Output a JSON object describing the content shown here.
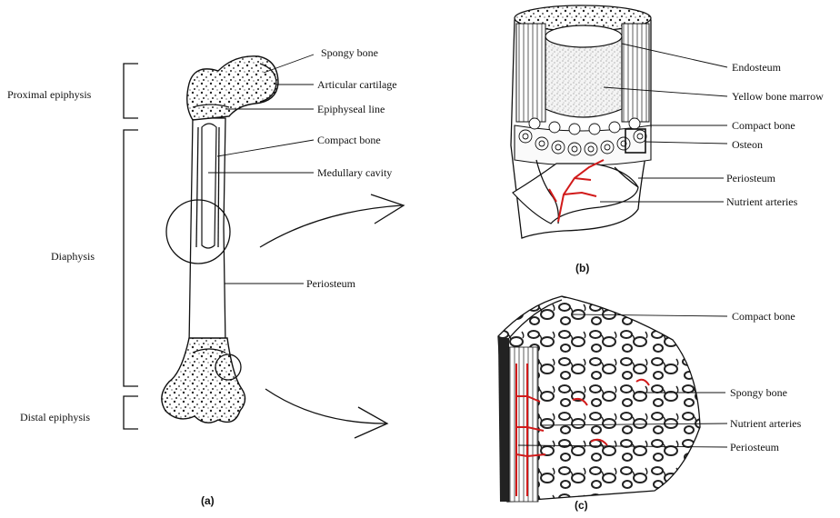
{
  "panel_a": {
    "caption": "(a)",
    "regions": {
      "proximal_epiphysis": "Proximal epiphysis",
      "diaphysis": "Diaphysis",
      "distal_epiphysis": "Distal epiphysis"
    },
    "labels": {
      "spongy_bone": "Spongy bone",
      "articular_cartilage": "Articular cartilage",
      "epiphyseal_line": "Epiphyseal line",
      "compact_bone": "Compact bone",
      "medullary_cavity": "Medullary cavity",
      "periosteum": "Periosteum"
    }
  },
  "panel_b": {
    "caption": "(b)",
    "labels": {
      "endosteum": "Endosteum",
      "yellow_bone_marrow": "Yellow bone marrow",
      "compact_bone": "Compact bone",
      "osteon": "Osteon",
      "periosteum": "Periosteum",
      "nutrient_arteries": "Nutrient arteries"
    }
  },
  "panel_c": {
    "caption": "(c)",
    "labels": {
      "compact_bone": "Compact bone",
      "spongy_bone": "Spongy bone",
      "nutrient_arteries": "Nutrient arteries",
      "periosteum": "Periosteum"
    }
  },
  "colors": {
    "ink": "#111111",
    "artery": "#d11a1a",
    "background": "#ffffff"
  }
}
